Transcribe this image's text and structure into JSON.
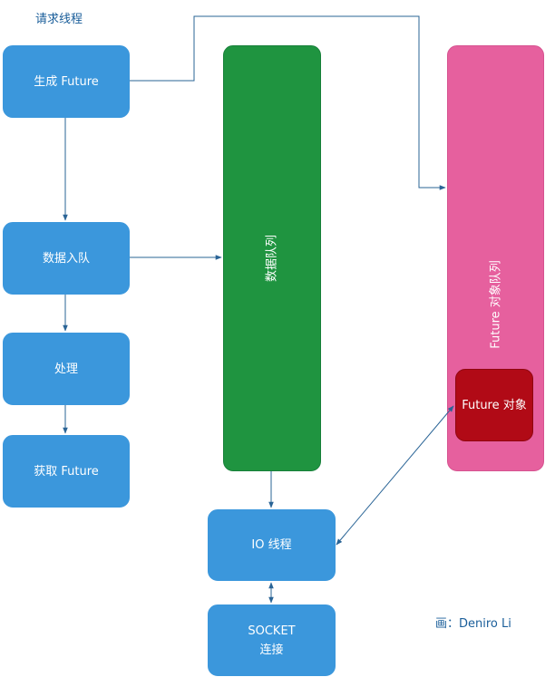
{
  "title": "请求线程",
  "nodes": {
    "generate": "生成 Future",
    "enqueue": "数据入队",
    "process": "处理",
    "fetch": "获取 Future",
    "data_queue": "数据队列",
    "future_queue": "Future 对象队列",
    "future_object": "Future 对象",
    "io_thread": "IO 线程",
    "socket_line1": "SOCKET",
    "socket_line2": "连接"
  },
  "credit": "画：Deniro Li",
  "colors": {
    "blue_box": "#3b97dc",
    "green_queue": "#1f9440",
    "pink_queue": "#e6609e",
    "red_object": "#b10a16",
    "arrow": "#2a6496",
    "text_accent": "#1a5e9a"
  }
}
